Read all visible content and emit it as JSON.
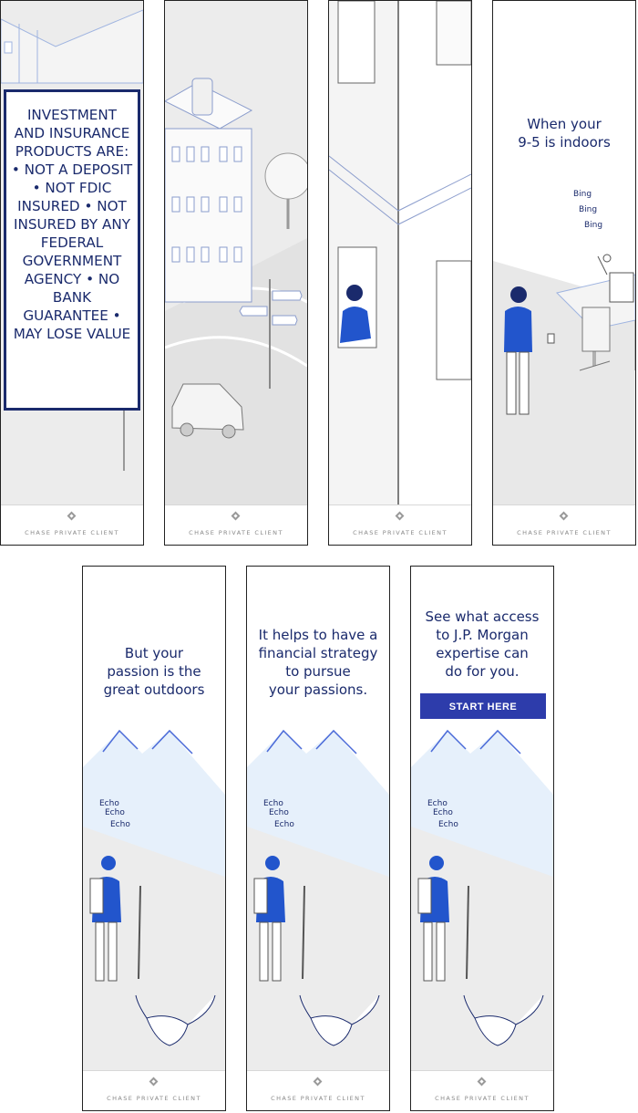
{
  "brand": "CHASE PRIVATE CLIENT",
  "frames": {
    "f1": {
      "disclaimer": "INVESTMENT AND INSURANCE PRODUCTS ARE: • NOT A DEPOSIT • NOT FDIC INSURED • NOT INSURED BY ANY FEDERAL GOVERNMENT AGENCY • NO BANK GUARANTEE • MAY LOSE VALUE"
    },
    "f4": {
      "headline": "When your\n9-5 is indoors",
      "sound": [
        "Bing",
        "Bing",
        "Bing"
      ]
    },
    "f5": {
      "headline": "But your\npassion is the\ngreat outdoors",
      "sound": [
        "Echo",
        "Echo",
        "Echo"
      ]
    },
    "f6": {
      "headline": "It helps to have a\nfinancial strategy\nto pursue\nyour passions.",
      "sound": [
        "Echo",
        "Echo",
        "Echo"
      ]
    },
    "f7": {
      "headline": "See what access\nto J.P. Morgan\nexpertise can\ndo for you.",
      "cta": "START HERE",
      "sound": [
        "Echo",
        "Echo",
        "Echo"
      ]
    }
  },
  "colors": {
    "navy": "#1a2a6c",
    "cta": "#2d3cab",
    "accent_blue": "#2255cc",
    "sky": "#e6f0fb"
  }
}
